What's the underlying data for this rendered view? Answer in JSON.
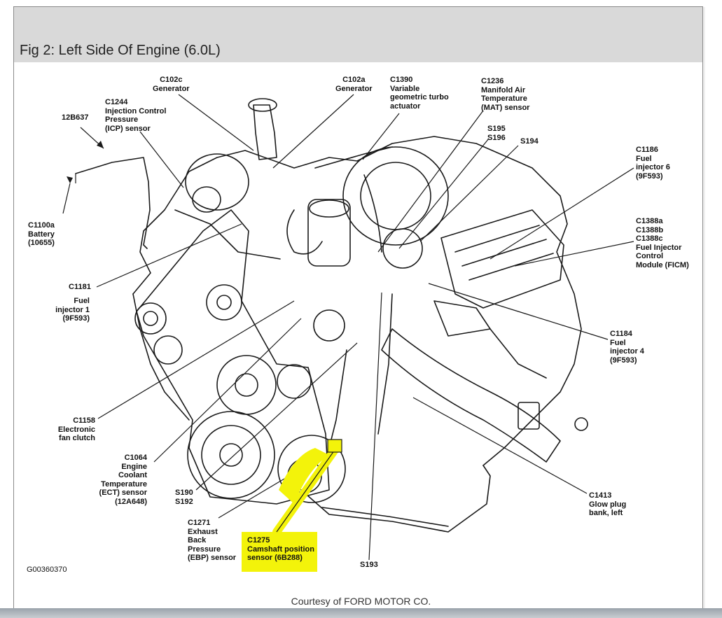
{
  "figure": {
    "title": "Fig 2: Left Side Of Engine (6.0L)",
    "figure_id": "G00360370",
    "credit": "Courtesy of FORD MOTOR CO."
  },
  "labels": {
    "c102c": "C102c\nGenerator",
    "c1244": "C1244\nInjection Control\nPressure\n(ICP) sensor",
    "b12b637": "12B637",
    "c102a": "C102a\nGenerator",
    "c1390": "C1390\nVariable\ngeometric turbo\nactuator",
    "c1236": "C1236\nManifold Air\nTemperature\n(MAT) sensor",
    "s195": "S195\nS196",
    "s194": "S194",
    "c1186": "C1186\nFuel\ninjector 6\n(9F593)",
    "c1100a": "C1100a\nBattery\n(10655)",
    "c1388": "C1388a\nC1388b\nC1388c\nFuel Injector\nControl\nModule (FICM)",
    "c1181": "C1181",
    "fuel_injector_1": "Fuel\ninjector 1\n(9F593)",
    "c1184": "C1184\nFuel\ninjector 4\n(9F593)",
    "c1158": "C1158\nElectronic\nfan clutch",
    "c1064": "C1064\nEngine\nCoolant\nTemperature\n(ECT) sensor\n(12A648)",
    "s190": "S190\nS192",
    "c1413": "C1413\nGlow plug\nbank, left",
    "c1271": "C1271\nExhaust\nBack\nPressure\n(EBP) sensor",
    "c1275": "C1275\nCamshaft position\nsensor (6B288)",
    "s193": "S193"
  },
  "colors": {
    "highlight": "#f3f30a",
    "header_bg": "#d9d9d9",
    "line": "#1a1a1a"
  }
}
